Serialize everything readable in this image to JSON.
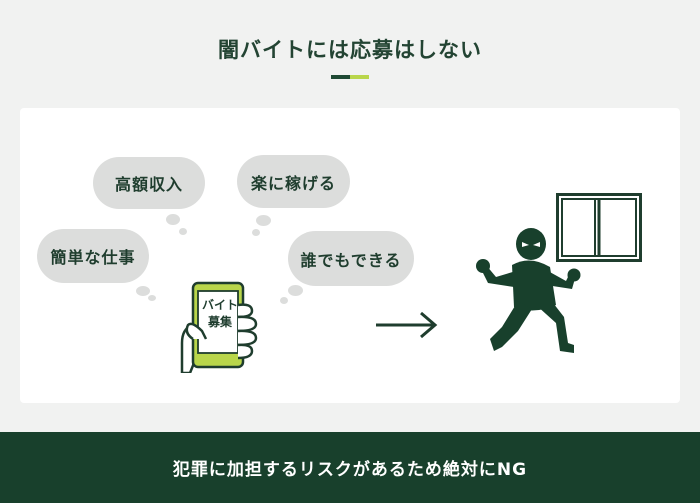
{
  "title": "闇バイトには応募はしない",
  "thoughts": {
    "high_income": "高額収入",
    "easy_money": "楽に稼げる",
    "simple_job": "簡単な仕事",
    "anyone_can": "誰でもできる"
  },
  "phone": {
    "line1": "バイト",
    "line2": "募集"
  },
  "footer": "犯罪に加担するリスクがあるため絶対にNG",
  "colors": {
    "dark_green": "#18402c",
    "accent_lime": "#b9d64b",
    "cloud_gray": "#dcdddc"
  }
}
